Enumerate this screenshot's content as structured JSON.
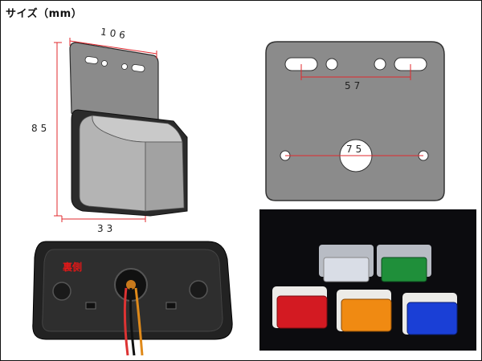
{
  "title": "サイズ（mm）",
  "side_view": {
    "width_label": "106",
    "height_label": "85",
    "depth_label": "33"
  },
  "bracket_view": {
    "hole_spacing_label": "57",
    "bracket_width_label": "75"
  },
  "back_photo": {
    "label": "裏側"
  },
  "colors": {
    "dimension_line": "#e0282e",
    "bracket_gray": "#8b8b8b",
    "bracket_outline": "#333333",
    "red_lens": "#d31a22",
    "amber_lens": "#f08a12",
    "blue_lens": "#1a3fd6",
    "green_lens": "#1f8f3a",
    "clear_lens": "#d9dde6"
  }
}
